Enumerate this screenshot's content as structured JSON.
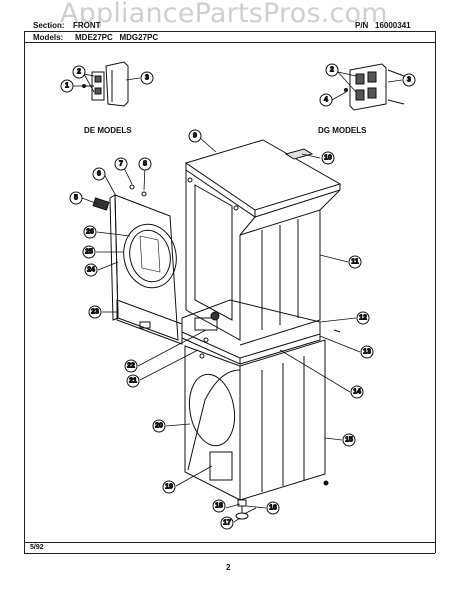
{
  "header": {
    "section_label": "Section:",
    "section_value": "FRONT",
    "pn_label": "P/N",
    "pn_value": "16000341",
    "models_label": "Models:",
    "models_value": "MDE27PC   MDG27PC"
  },
  "watermark": "AppliancePartsPros.com",
  "labels": {
    "de_models": "DE MODELS",
    "dg_models": "DG MODELS"
  },
  "footer": {
    "date": "5/92",
    "page_number": "2"
  },
  "callouts": [
    "1",
    "2",
    "3",
    "2",
    "3",
    "4",
    "5",
    "6",
    "7",
    "8",
    "9",
    "10",
    "11",
    "12",
    "13",
    "14",
    "15",
    "16",
    "17",
    "18",
    "19",
    "20",
    "21",
    "22",
    "23",
    "24",
    "25",
    "26"
  ]
}
